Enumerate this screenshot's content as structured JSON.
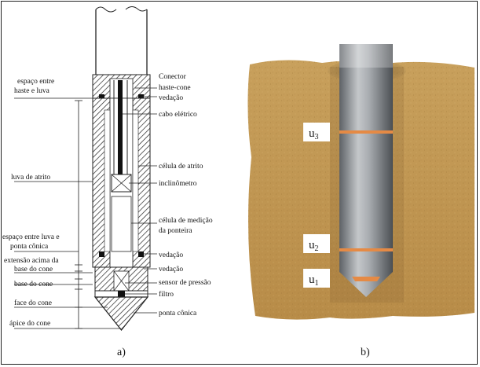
{
  "panel_a": {
    "caption": "a)",
    "left_labels": {
      "gap_rod_sleeve_1": "espaço entre",
      "gap_rod_sleeve_2": "haste e luva",
      "friction_sleeve": "luva de atrito",
      "gap_sleeve_cone_1": "espaço entre luva e",
      "gap_sleeve_cone_2": "ponta cônica",
      "ext_above_base_1": "extensão acima da",
      "ext_above_base_2": "base do cone",
      "cone_base": "base do cone",
      "cone_face": "face do cone",
      "cone_apex": "ápice do cone"
    },
    "right_labels": {
      "connector_1": "Conector",
      "connector_2": "haste-cone",
      "seal_top": "vedação",
      "cable": "cabo elétrico",
      "friction_cell": "célula de atrito",
      "inclinometer": "inclinômetro",
      "tip_cell_1": "célula de medição",
      "tip_cell_2": "da ponteira",
      "seal_mid": "vedação",
      "seal_low": "vedação",
      "pressure_sensor": "sensor de pressão",
      "filter": "filtro",
      "conical_tip": "ponta cônica"
    }
  },
  "panel_b": {
    "caption": "b)",
    "sensors": [
      {
        "name": "u",
        "sub": "3"
      },
      {
        "name": "u",
        "sub": "2"
      },
      {
        "name": "u",
        "sub": "1"
      }
    ],
    "colors": {
      "soil": "#c49a55",
      "ring": "#e58a45",
      "rod": "#9a9ea2"
    }
  }
}
